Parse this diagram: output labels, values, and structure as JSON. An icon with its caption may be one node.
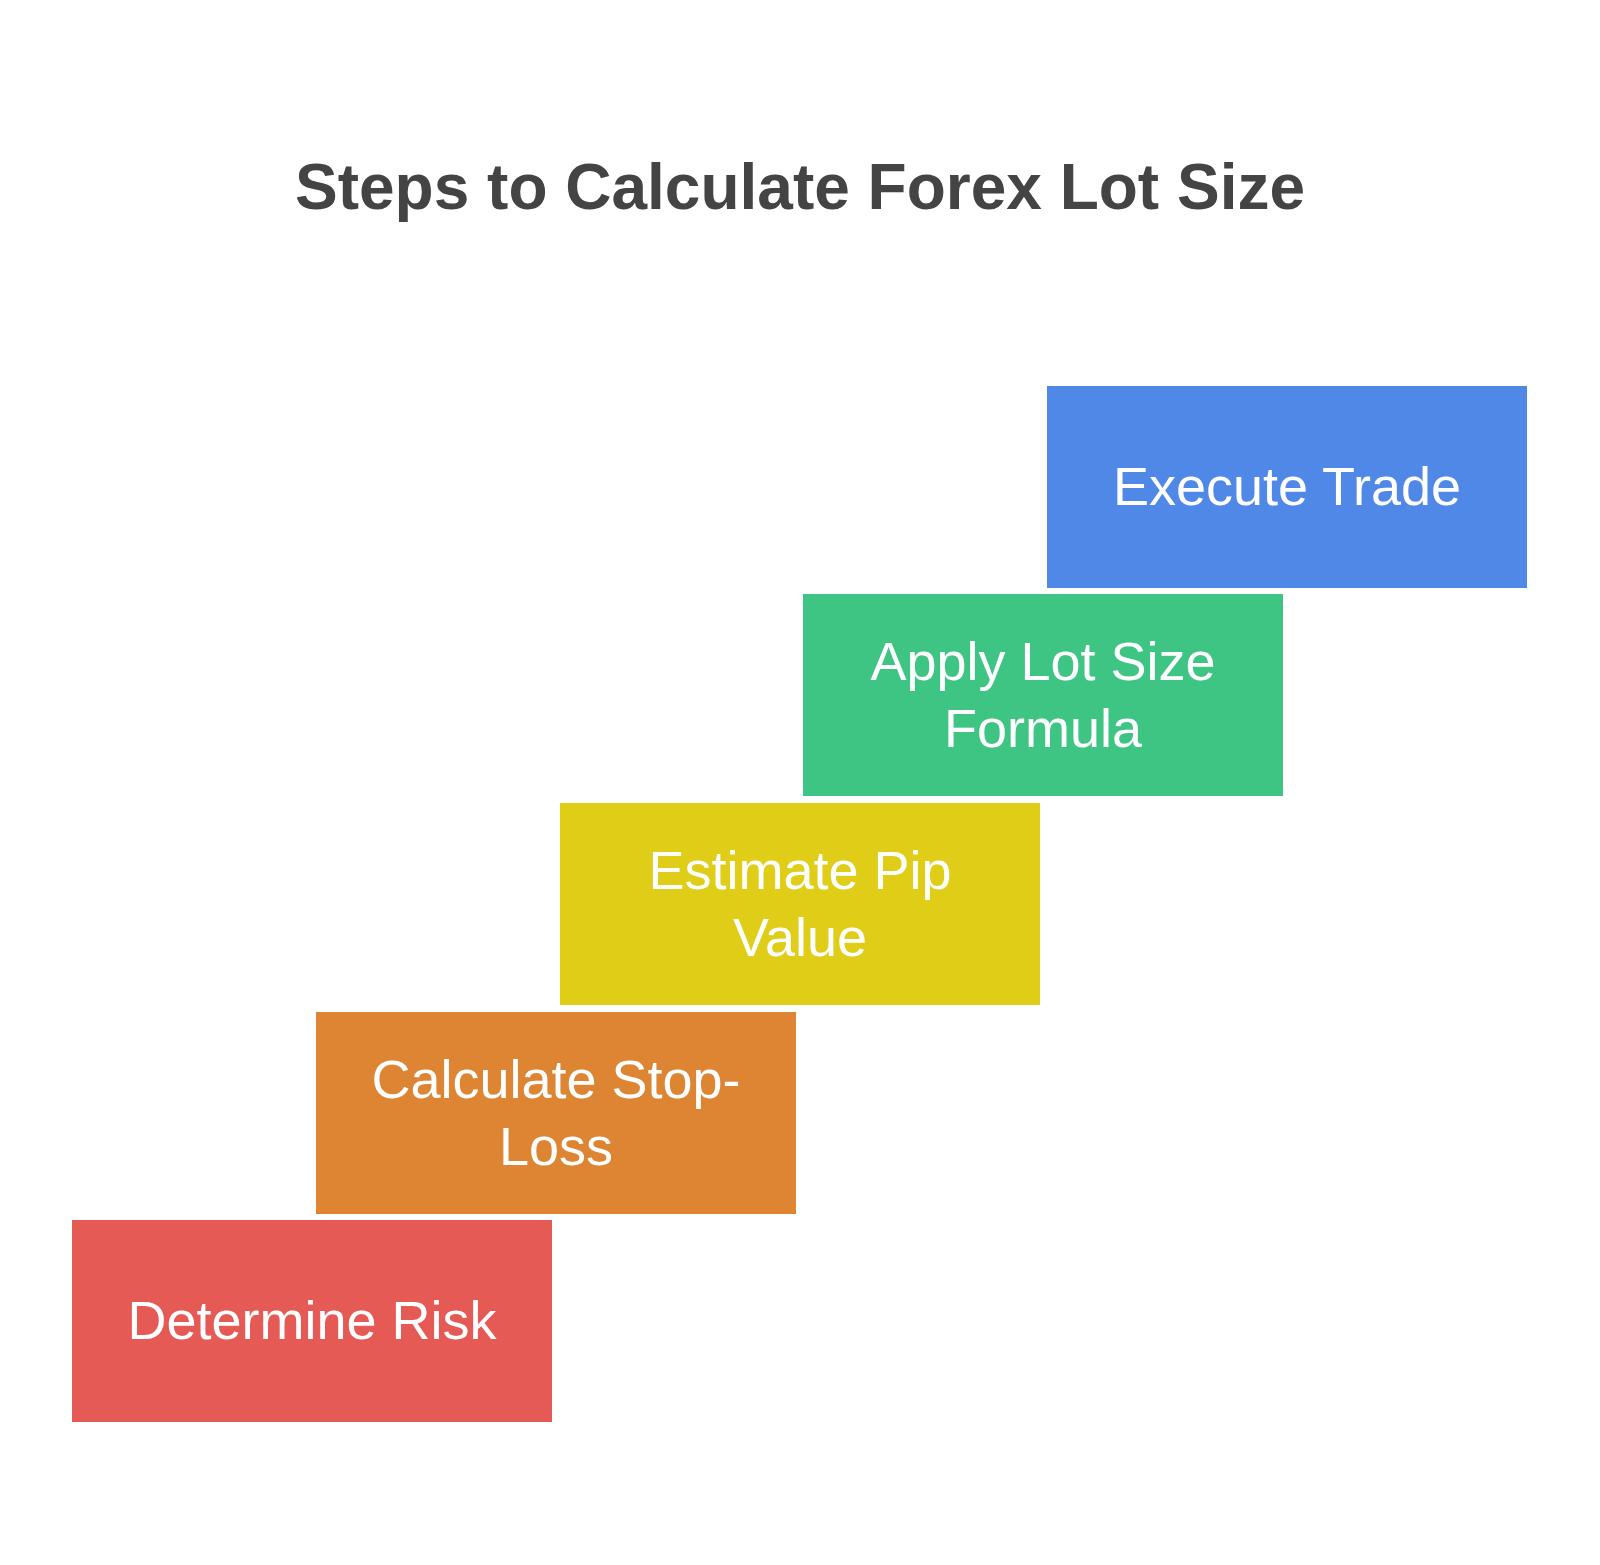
{
  "diagram": {
    "title": "Steps to Calculate Forex Lot Size",
    "nodes": [
      {
        "text": [
          "Determine Risk"
        ]
      },
      {
        "text": [
          "Calculate Stop-Loss"
        ]
      },
      {
        "text": [
          "Estimate Pip Value"
        ]
      },
      {
        "text": [
          "Apply Lot Size Formula"
        ]
      },
      {
        "text": [
          "Execute Trade"
        ]
      }
    ]
  }
}
